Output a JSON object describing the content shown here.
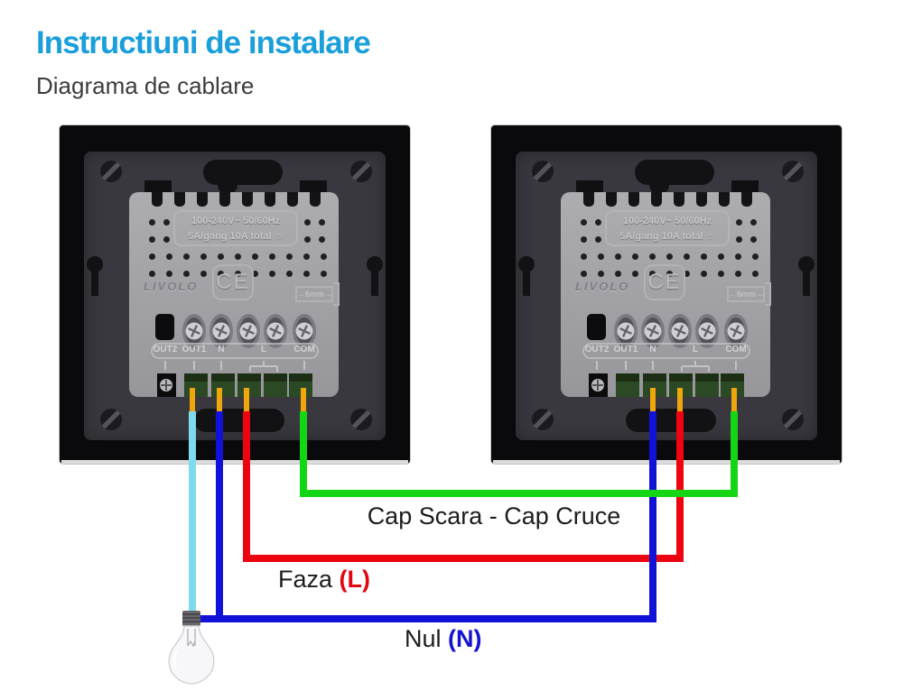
{
  "header": {
    "title": "Instructiuni de instalare",
    "subtitle": "Diagrama de cablare",
    "title_color": "#1b9fdb"
  },
  "device": {
    "brand": "LIVOLO",
    "ce_mark": "CE",
    "rating_line1": "100-240V~  50/60Hz",
    "rating_line2": "5A/gang 10A total",
    "rating_icon": "☼",
    "gauge_label": "←6mm→",
    "terminals": [
      "OUT2",
      "OUT1",
      "N",
      "L",
      "COM"
    ]
  },
  "wiring": {
    "labels": {
      "traveler": {
        "text": "Cap Scara - Cap Cruce"
      },
      "live": {
        "prefix": "Faza ",
        "symbol": "(L)",
        "symbol_color": "#e30613"
      },
      "neutral": {
        "prefix": "Nul ",
        "symbol": "(N)",
        "symbol_color": "#1414d0"
      }
    },
    "wire_colors": {
      "load": "#7ddcec",
      "neutral": "#1111d8",
      "live": "#ec0410",
      "traveler": "#15d615",
      "bare_tip": "#efa50c"
    }
  }
}
